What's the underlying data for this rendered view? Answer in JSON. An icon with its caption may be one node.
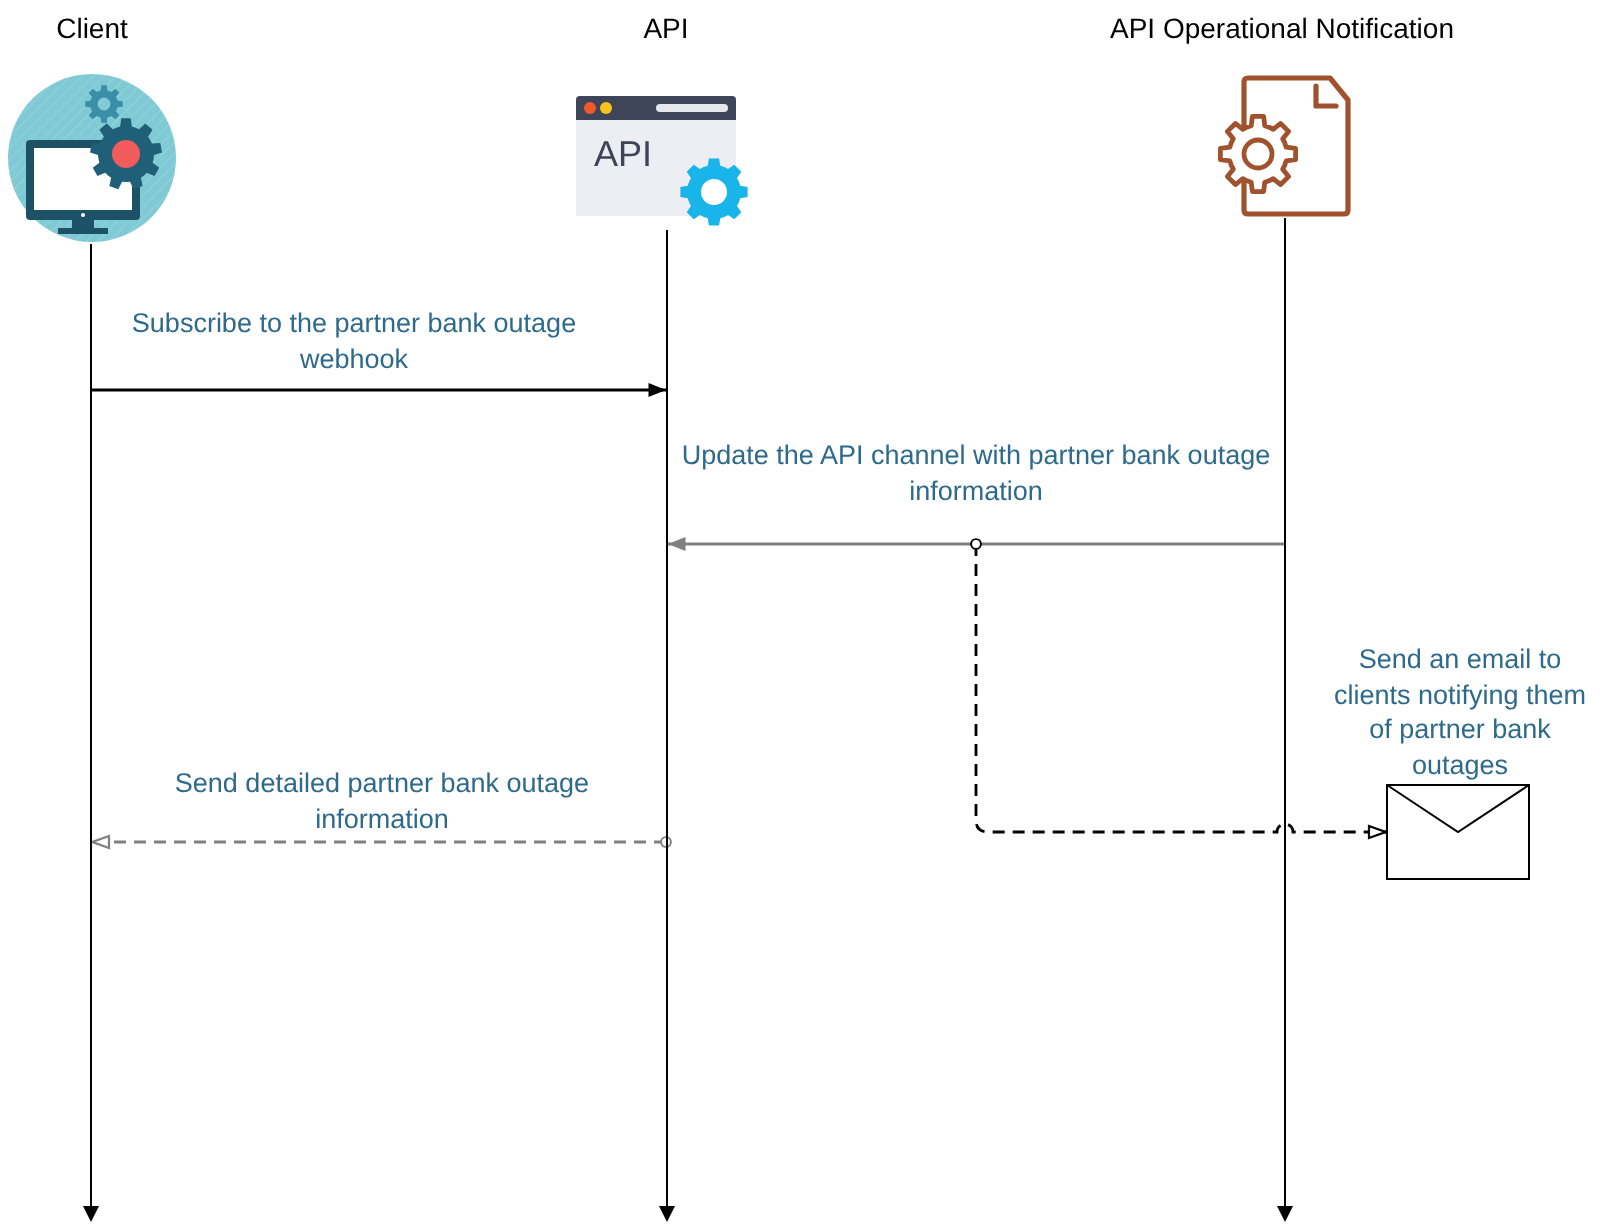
{
  "diagram": {
    "nodes": [
      {
        "text": [
          "Client"
        ]
      },
      {
        "text": [
          "API",
          "API"
        ]
      },
      {
        "text": [
          "API Operational Notification"
        ]
      },
      {
        "text": [],
        "shape": "bar"
      },
      {
        "text": [],
        "shape": "bar"
      },
      {
        "text": [],
        "shape": "bar"
      },
      {
        "text": [],
        "shape": "picture",
        "beside": [
          "Send an email to clients notifying them of partner bank outages"
        ]
      }
    ],
    "edges": [
      {
        "from": 3,
        "to": 4,
        "arrow": "to",
        "label": "Subscribe to the partner bank outage webhook"
      },
      {
        "from": 5,
        "to": 4,
        "arrow": "to",
        "label": "Update the API channel with partner bank outage information",
        "color": "#808080"
      },
      {
        "from": null,
        "to": 6,
        "arrow": "to",
        "style": "dashed"
      },
      {
        "from": 4,
        "to": 3,
        "arrow": "to",
        "label": "Send detailed partner bank outage information",
        "style": "dashed",
        "color": "#808080"
      }
    ]
  }
}
